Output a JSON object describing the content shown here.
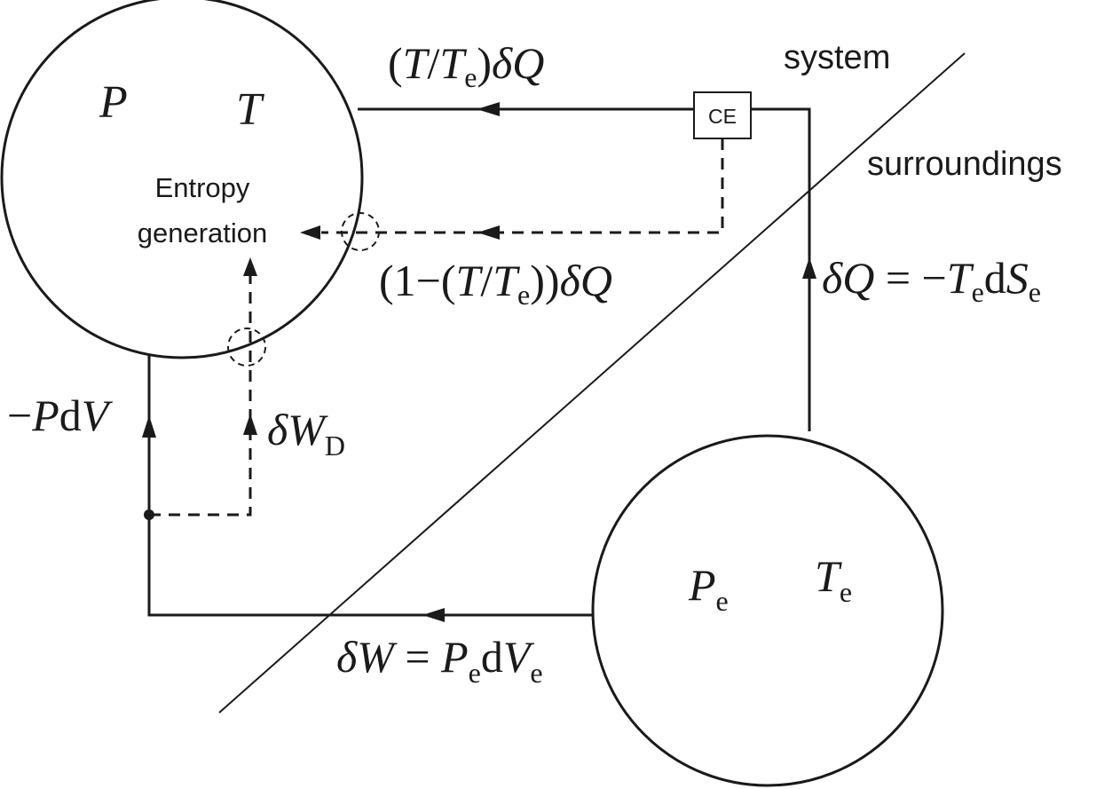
{
  "system_label": "system",
  "surroundings_label": "surroundings",
  "engine_label": "CE",
  "system_state": {
    "P": "P",
    "T": "T",
    "entropy_line1": "Entropy",
    "entropy_line2": "generation"
  },
  "surroundings_state": {
    "P": "P",
    "P_sub": "e",
    "T": "T",
    "T_sub": "e"
  },
  "heat_to_system": {
    "open_paren": "(",
    "T": "T",
    "slash": "/",
    "Te": "T",
    "e": "e",
    "close_paren": ")",
    "delta": "δ",
    "Q": "Q"
  },
  "heat_to_entropy": {
    "open_outer": "(",
    "one_minus": "1−",
    "open_inner": "(",
    "T": "T",
    "slash": "/",
    "Te": "T",
    "e": "e",
    "close_inner": ")",
    "close_outer": ")",
    "delta": "δ",
    "Q": "Q"
  },
  "heat_from_surroundings": {
    "delta": "δ",
    "Q": "Q",
    "eq": " = −",
    "T": "T",
    "T_sub": "e",
    "d": "d",
    "S": "S",
    "S_sub": "e"
  },
  "pdv_work": {
    "minus": "−",
    "P": "P",
    "d": "d",
    "V": "V"
  },
  "dissipated_work": {
    "delta": "δ",
    "W": "W",
    "sub": "D"
  },
  "boundary_work": {
    "delta": "δ",
    "W": "W",
    "eq": " = ",
    "P": "P",
    "P_sub": "e",
    "d": "d",
    "V": "V",
    "V_sub": "e"
  }
}
